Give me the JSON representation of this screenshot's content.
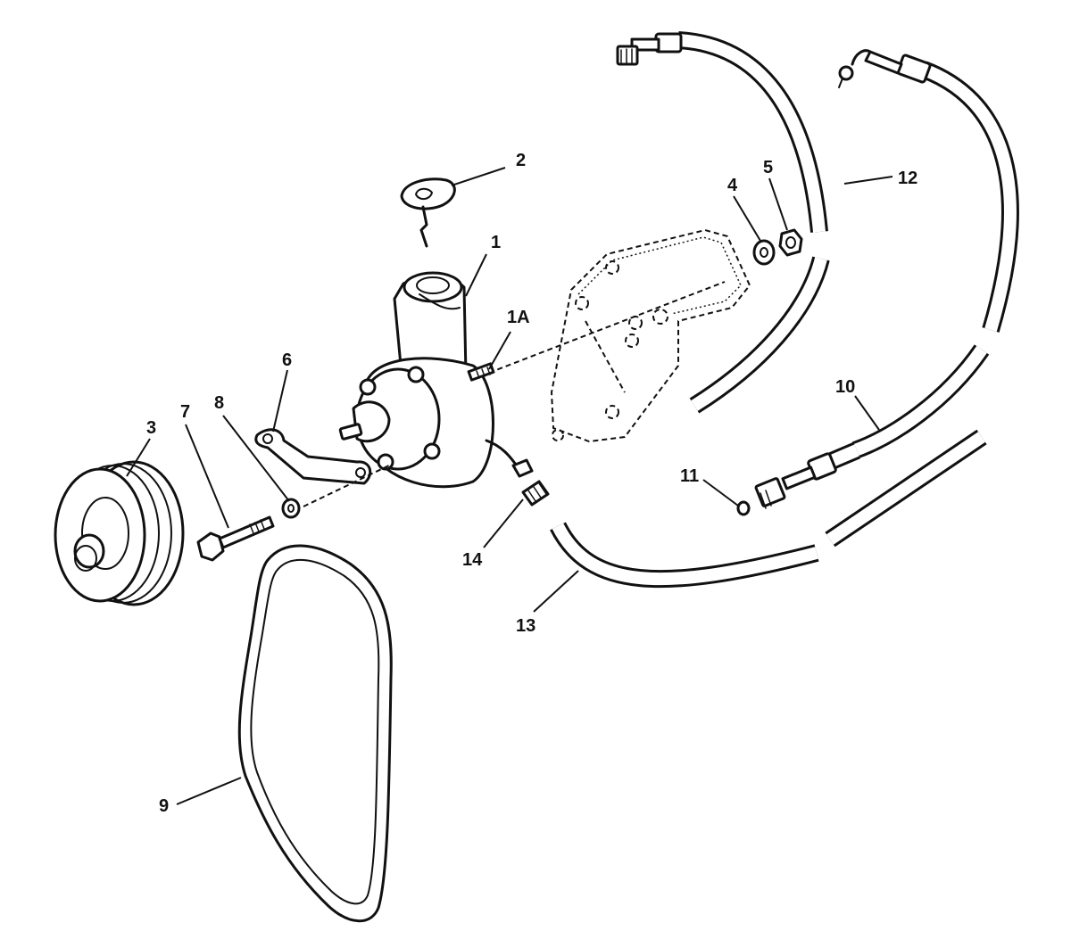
{
  "callouts": [
    {
      "id": "1",
      "text": "1"
    },
    {
      "id": "1a",
      "text": "1A"
    },
    {
      "id": "2",
      "text": "2"
    },
    {
      "id": "3",
      "text": "3"
    },
    {
      "id": "4",
      "text": "4"
    },
    {
      "id": "5",
      "text": "5"
    },
    {
      "id": "6",
      "text": "6"
    },
    {
      "id": "7",
      "text": "7"
    },
    {
      "id": "8",
      "text": "8"
    },
    {
      "id": "9",
      "text": "9"
    },
    {
      "id": "10",
      "text": "10"
    },
    {
      "id": "11",
      "text": "11"
    },
    {
      "id": "12",
      "text": "12"
    },
    {
      "id": "13",
      "text": "13"
    },
    {
      "id": "14",
      "text": "14"
    }
  ]
}
